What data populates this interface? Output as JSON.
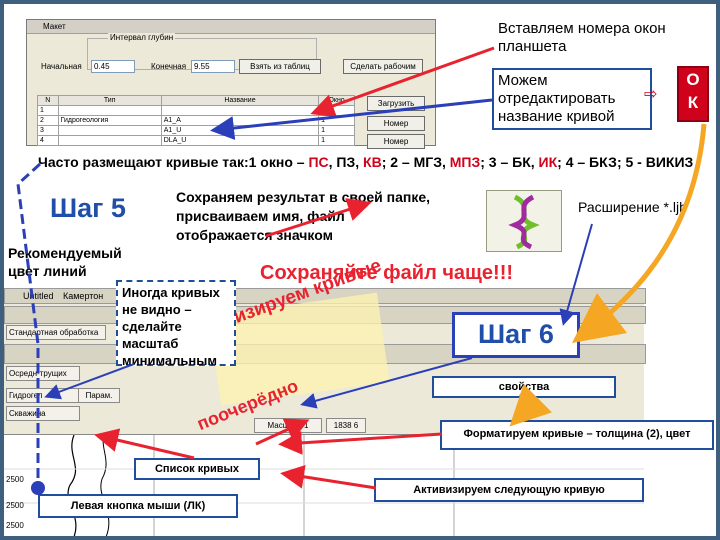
{
  "dialog": {
    "title": "Макет",
    "group_label": "Интервал глубин",
    "start_label": "Начальная",
    "start_value": "0.45",
    "end_label": "Конечная",
    "end_value": "9.55",
    "fetch_button": "Взять из таблиц",
    "set_working_button": "Сделать рабочим",
    "table_headers": [
      "N",
      "Тип",
      "Название",
      "Окно"
    ],
    "table_rows": [
      {
        "n": "1",
        "type": "",
        "name": "",
        "window": "1"
      },
      {
        "n": "2",
        "type": "Гидрогеология",
        "name": "A1_A",
        "window": "1"
      },
      {
        "n": "3",
        "type": "",
        "name": "A1_U",
        "window": "1"
      },
      {
        "n": "4",
        "type": "",
        "name": "DLA_U",
        "window": "1"
      }
    ],
    "side_button_1": "Загрузить",
    "side_button_2": "Номер",
    "side_button_3": "Номер"
  },
  "notes": {
    "insert_window_numbers": "Вставляем номера окон планшета",
    "can_edit_name": "Можем отредактировать название кривой",
    "ok_button": "О К",
    "placement_text": "Часто размещают кривые так:1 окно – ",
    "placement_ps": "ПС",
    "placement_pz_pre": ", ПЗ, ",
    "placement_kv": "КВ",
    "placement_2": "; 2 – МГЗ, ",
    "placement_mpz": "МПЗ",
    "placement_3": "; 3 – БК, ",
    "placement_ik": "ИК",
    "placement_4": "; 4 – БКЗ; 5 - ВИКИЗ",
    "step5": "Шаг 5",
    "save_result": "Сохраняем результат в своей папке, присваиваем имя, файл отображается значком",
    "extension": "Расширение *.ljb",
    "recommended_color": "Рекомендуемый цвет линий",
    "save_often": "Сохраняйте файл чаще!!!",
    "sometimes_not_visible": "Иногда кривых не видно – сделайте масштаб минимальным",
    "step6": "Шаг 6",
    "properties": "свойства",
    "format_curves": "Форматируем кривые – толщина (2), цвет",
    "activate_curves": "Активизируем кривые",
    "in_turn": "поочерёдно",
    "curve_list": "Список кривых",
    "activate_next": "Активизируем следующую кривую",
    "left_mouse": "Левая кнопка мыши (ЛК)"
  },
  "app": {
    "tab1": "Untitled",
    "tab2": "Камертон",
    "field1": "Стандартная обработка",
    "field2": "Осредн-трущих",
    "field3": "Гидрогел",
    "field4": "Скважина",
    "param_button": "Парам.",
    "scale_label": "Масштаб 1",
    "depth_label": "1838 6",
    "row_labels": [
      "2500",
      "2500",
      "2500"
    ]
  },
  "colors": {
    "slide_border": "#3f5f7f",
    "arrow_red": "#e8232f",
    "arrow_blue": "#2a3fb8",
    "arrow_orange": "#f5a623",
    "highlight_yellow": "#fff3b0"
  }
}
